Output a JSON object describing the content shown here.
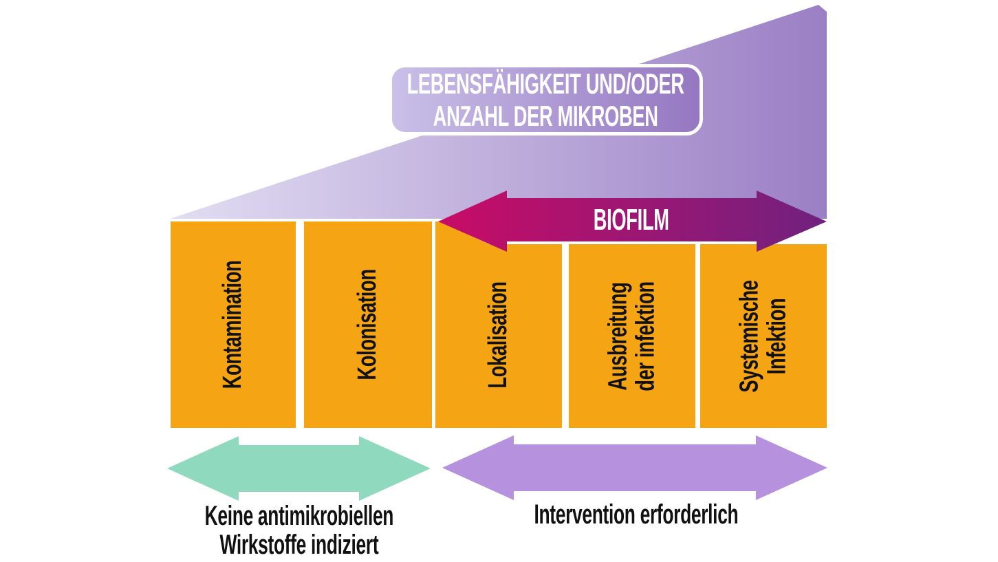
{
  "title": {
    "lines": [
      "LEBENSFÄHIGKEIT UND/ODER",
      "ANZAHL DER MIKROBEN"
    ]
  },
  "biofilm": {
    "label": "BIOFILM"
  },
  "stages": [
    {
      "lines": [
        "Kontamination"
      ]
    },
    {
      "lines": [
        "Kolonisation"
      ]
    },
    {
      "lines": [
        "Lokalisation"
      ]
    },
    {
      "lines": [
        "Ausbreitung",
        "der infektion"
      ]
    },
    {
      "lines": [
        "Systemische",
        "Infektion"
      ]
    }
  ],
  "bottom_arrows": {
    "left": {
      "label_lines": [
        "Keine antimikrobiellen",
        "Wirkstoffe indiziert"
      ]
    },
    "right": {
      "label": "Intervention erforderlich"
    }
  },
  "colors": {
    "box_orange": "#F5A513",
    "wedge_start": "#E2DDF2",
    "wedge_end": "#9B7FC5",
    "titlebox_start": "#CAC0E8",
    "titlebox_end": "#9577C1",
    "biofilm_start": "#C80C66",
    "biofilm_end": "#70217F",
    "teal_arrow": "#8FD9BE",
    "purple_arrow": "#B591DE",
    "text_black": "#111111",
    "text_white": "#FFFFFF"
  }
}
